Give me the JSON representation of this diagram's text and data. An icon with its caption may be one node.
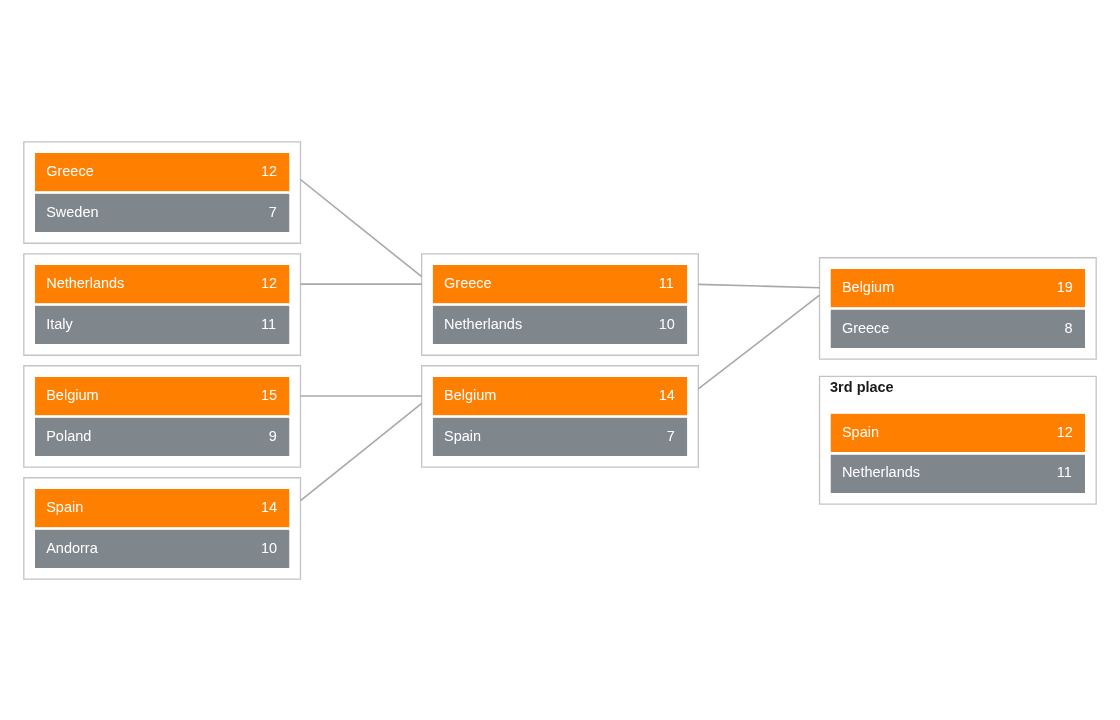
{
  "diagram": {
    "nodes": [
      {
        "text": [],
        "shape": "box"
      },
      {
        "text": [
          "Greece",
          "12"
        ],
        "in": 0
      },
      {
        "text": [
          "Sweden",
          "7"
        ],
        "in": 0
      },
      {
        "text": [],
        "shape": "box"
      },
      {
        "text": [
          "Netherlands",
          "12"
        ],
        "in": 3
      },
      {
        "text": [
          "Italy",
          "11"
        ],
        "in": 3
      },
      {
        "text": [],
        "shape": "box"
      },
      {
        "text": [
          "Belgium",
          "15"
        ],
        "in": 6
      },
      {
        "text": [
          "Poland",
          "9"
        ],
        "in": 6
      },
      {
        "text": [],
        "shape": "box"
      },
      {
        "text": [
          "Spain",
          "14"
        ],
        "in": 9
      },
      {
        "text": [
          "Andorra",
          "10"
        ],
        "in": 9
      },
      {
        "text": [],
        "shape": "box"
      },
      {
        "text": [
          "Greece",
          "11"
        ],
        "in": 12
      },
      {
        "text": [
          "Netherlands",
          "10"
        ],
        "in": 12
      },
      {
        "text": [],
        "shape": "box"
      },
      {
        "text": [
          "Belgium",
          "14"
        ],
        "in": 15
      },
      {
        "text": [
          "Spain",
          "7"
        ],
        "in": 15
      },
      {
        "text": [],
        "shape": "box"
      },
      {
        "text": [
          "Belgium",
          "19"
        ],
        "in": 18
      },
      {
        "text": [
          "Greece",
          "8"
        ],
        "in": 18
      },
      {
        "text": [
          "3rd place"
        ]
      },
      {
        "text": [
          "Spain",
          "12"
        ],
        "in": 21
      },
      {
        "text": [
          "Netherlands",
          "11"
        ],
        "in": 21
      }
    ],
    "edges": [
      {
        "from": 0,
        "to": 12,
        "arrow": "none"
      },
      {
        "from": 3,
        "to": 12,
        "arrow": "none"
      },
      {
        "from": 6,
        "to": 15,
        "arrow": "none"
      },
      {
        "from": 9,
        "to": 15,
        "arrow": "none"
      },
      {
        "from": 12,
        "to": 18,
        "arrow": "none"
      },
      {
        "from": 15,
        "to": 18,
        "arrow": "none"
      }
    ]
  }
}
